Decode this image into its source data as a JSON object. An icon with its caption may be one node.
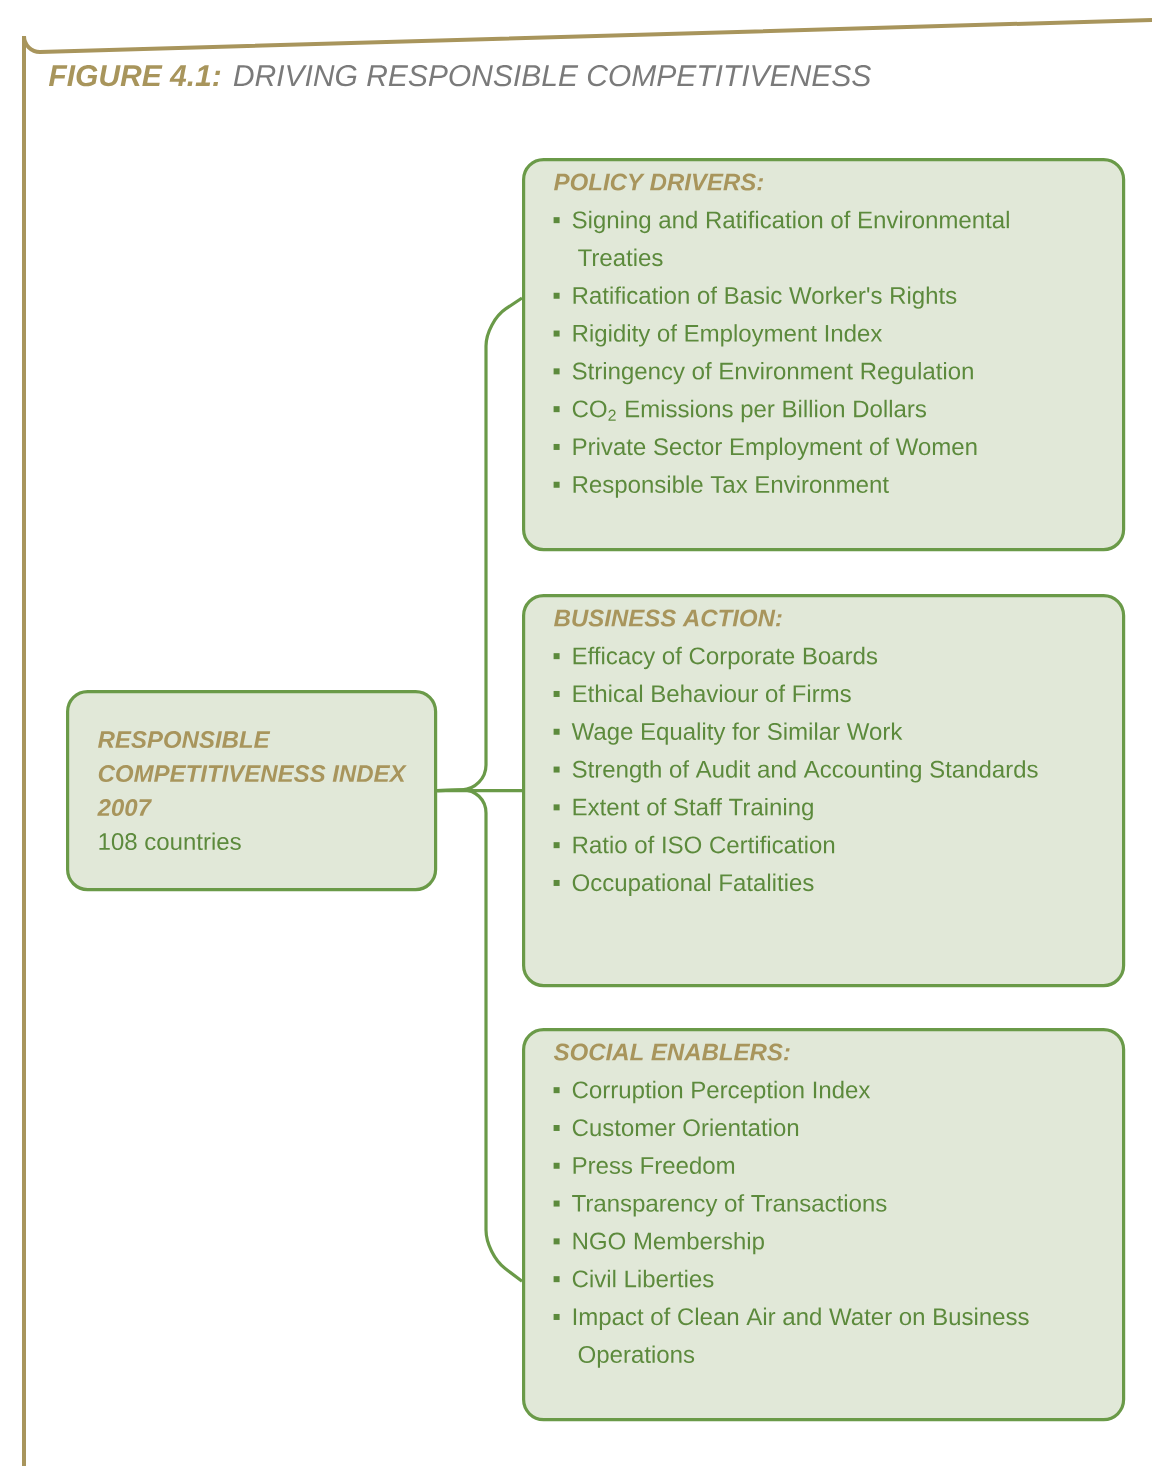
{
  "diagram": {
    "title": "**FIGURE 4.1:** DRIVING RESPONSIBLE COMPETITIVENESS",
    "nodes": [
      {
        "text": [
          "RESPONSIBLE COMPETITIVENESS INDEX 2007",
          "108 countries"
        ]
      },
      {
        "text": [
          "POLICY DRIVERS:",
          "Signing and Ratification of Environmental Treaties",
          "Ratification of Basic Worker's Rights",
          "Rigidity of Employment Index",
          "Stringency of Environment Regulation",
          "CO$_{2}$ Emissions per Billion Dollars",
          "Private Sector Employment of Women",
          "Responsible Tax Environment"
        ]
      },
      {
        "text": [
          "BUSINESS ACTION:",
          "Efficacy of Corporate Boards",
          "Ethical Behaviour of Firms",
          "Wage Equality for Similar Work",
          "Strength of Audit and Accounting Standards",
          "Extent of Staff Training",
          "Ratio of ISO Certification",
          "Occupational Fatalities"
        ]
      },
      {
        "text": [
          "SOCIAL ENABLERS:",
          "Corruption Perception Index",
          "Customer Orientation",
          "Press Freedom",
          "Transparency of Transactions",
          "NGO Membership",
          "Civil Liberties",
          "Impact of Clean Air and Water on Business Operations"
        ]
      }
    ],
    "edges": [
      {
        "from": 0,
        "to": 1,
        "arrow": "none"
      },
      {
        "from": 0,
        "to": 2,
        "arrow": "none"
      },
      {
        "from": 0,
        "to": 3,
        "arrow": "none"
      }
    ]
  }
}
